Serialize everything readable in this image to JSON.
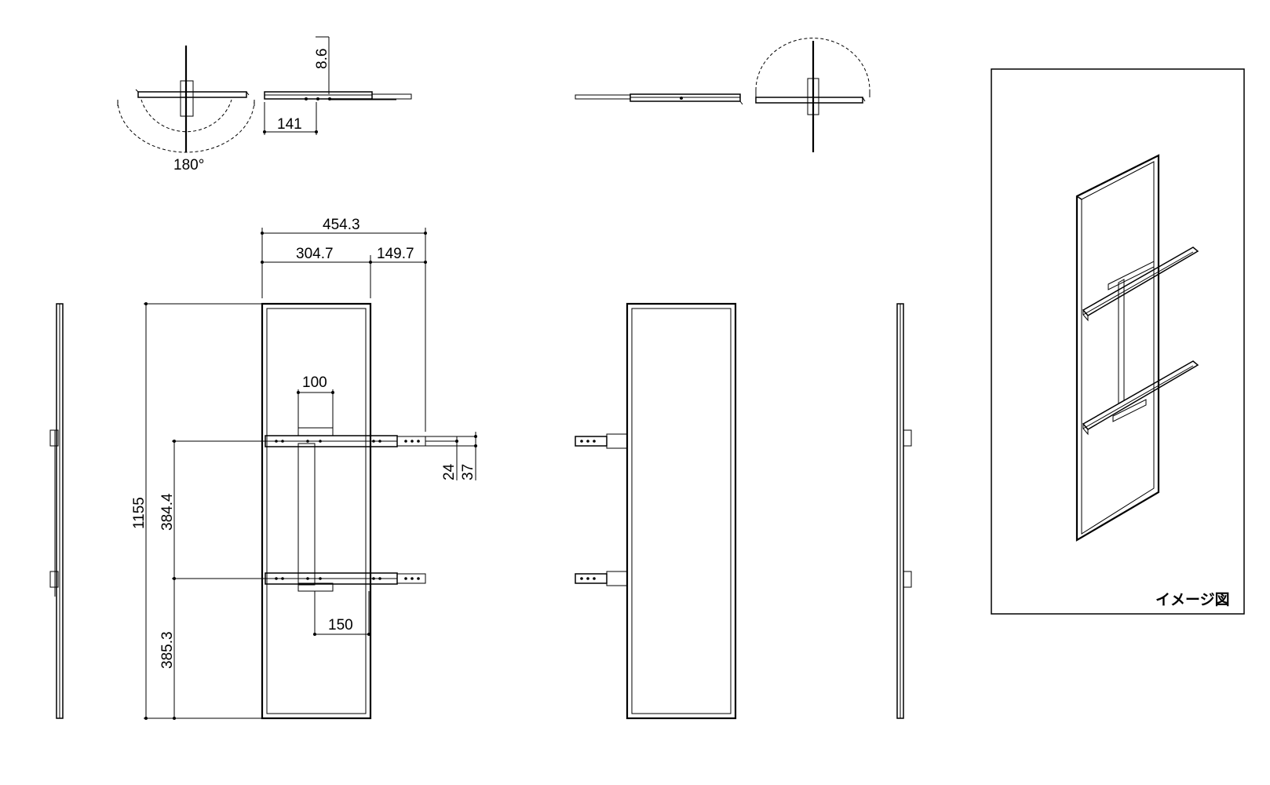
{
  "dimensions": {
    "rotation_angle": "180°",
    "top_offset": "8.6",
    "top_bracket_width": "141",
    "overall_width": "454.3",
    "panel_width": "304.7",
    "bracket_extension": "149.7",
    "bracket_spacing": "100",
    "bracket_offset": "150",
    "overall_height": "1155",
    "upper_span": "384.4",
    "lower_span": "385.3",
    "rail_height_a": "24",
    "rail_height_b": "37"
  },
  "image_box": {
    "caption": "イメージ図"
  }
}
